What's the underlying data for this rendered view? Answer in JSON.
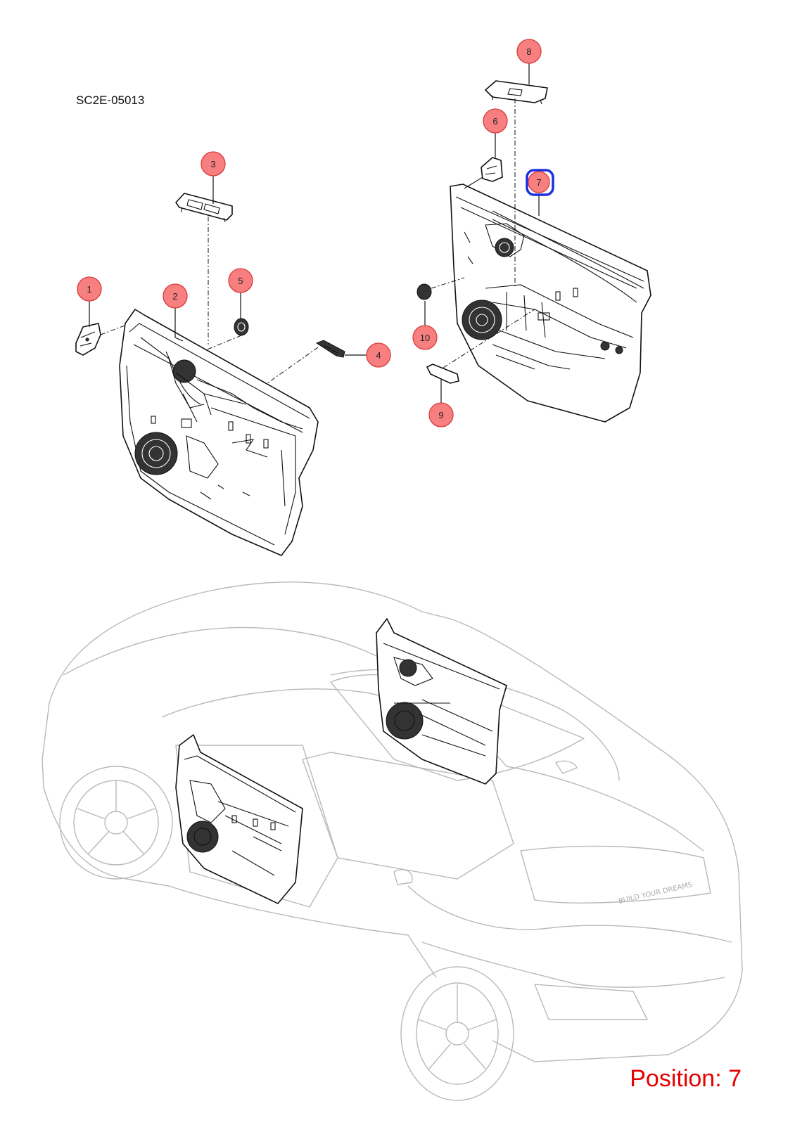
{
  "diagram": {
    "reference_code": "SC2E-05013",
    "position_label": "Position: 7",
    "selected_callout": "7",
    "callouts": [
      {
        "id": "1",
        "label": "1"
      },
      {
        "id": "2",
        "label": "2"
      },
      {
        "id": "3",
        "label": "3"
      },
      {
        "id": "4",
        "label": "4"
      },
      {
        "id": "5",
        "label": "5"
      },
      {
        "id": "6",
        "label": "6"
      },
      {
        "id": "7",
        "label": "7"
      },
      {
        "id": "8",
        "label": "8"
      },
      {
        "id": "9",
        "label": "9"
      },
      {
        "id": "10",
        "label": "10"
      }
    ],
    "colors": {
      "callout_fill": "#f77f7f",
      "callout_stroke": "#d93b3b",
      "selected_outline": "#1a2fe0",
      "position_text": "#e60000",
      "vehicle_outline": "#b9b9b9"
    },
    "vehicle_badge_text": "BUILD YOUR DREAMS"
  }
}
